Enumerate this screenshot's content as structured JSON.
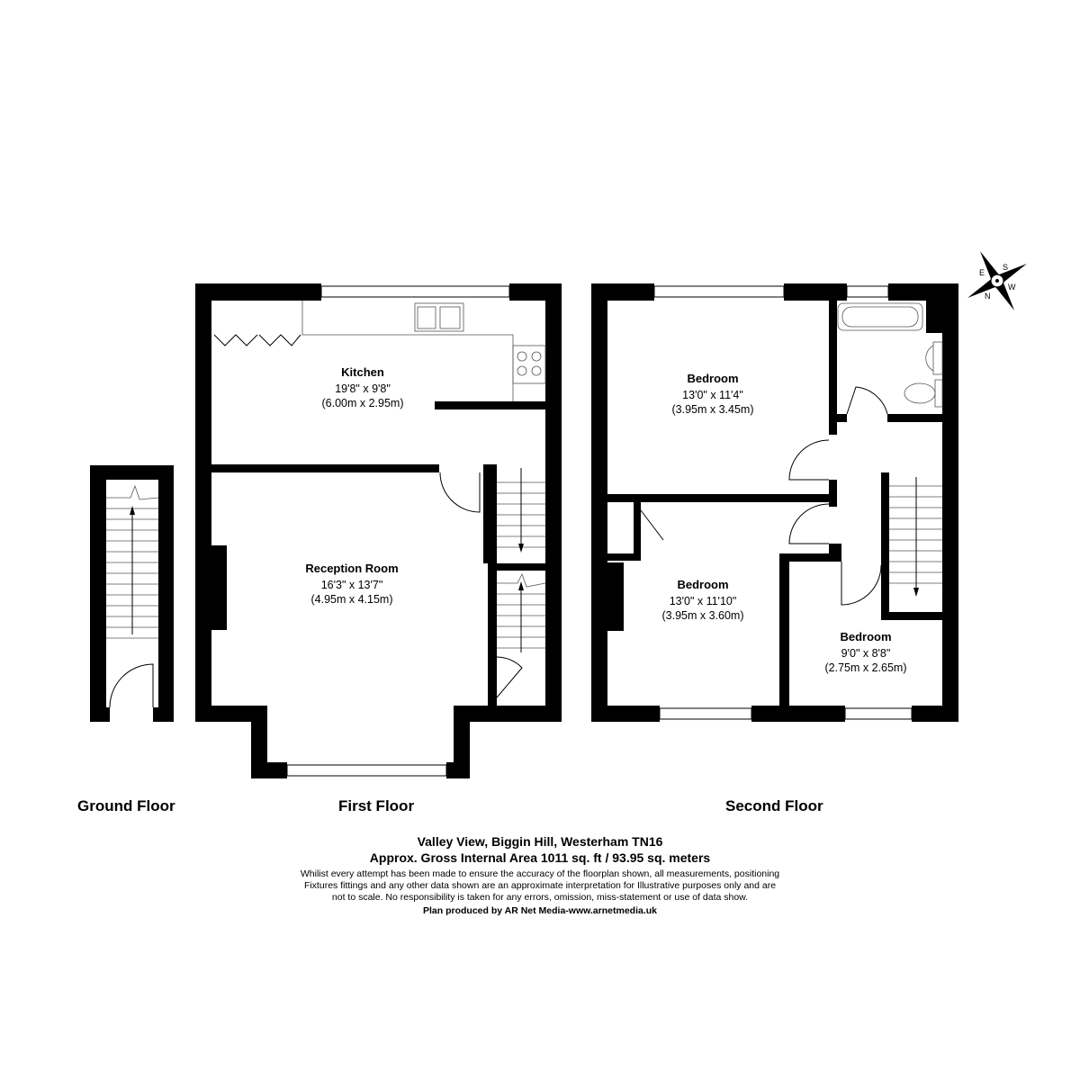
{
  "floors": {
    "ground": "Ground Floor",
    "first": "First Floor",
    "second": "Second Floor"
  },
  "rooms": {
    "kitchen": {
      "name": "Kitchen",
      "imperial": "19'8\" x 9'8\"",
      "metric": "(6.00m x 2.95m)"
    },
    "reception": {
      "name": "Reception Room",
      "imperial": "16'3\" x 13'7\"",
      "metric": "(4.95m x 4.15m)"
    },
    "bedroom1": {
      "name": "Bedroom",
      "imperial": "13'0\" x 11'4\"",
      "metric": "(3.95m x 3.45m)"
    },
    "bedroom2": {
      "name": "Bedroom",
      "imperial": "13'0\" x 11'10\"",
      "metric": "(3.95m x 3.60m)"
    },
    "bedroom3": {
      "name": "Bedroom",
      "imperial": "9'0\" x 8'8\"",
      "metric": "(2.75m x 2.65m)"
    }
  },
  "compass": {
    "n": "N",
    "s": "S",
    "e": "E",
    "w": "W"
  },
  "footer": {
    "address": "Valley View, Biggin Hill, Westerham TN16",
    "area": "Approx. Gross Internal Area 1011 sq. ft / 93.95 sq. meters",
    "disclaimer_line1": "Whilist every attempt has been made to ensure the accuracy of the floorplan shown, all measurements, positioning",
    "disclaimer_line2": "Fixtures fittings and any other data shown are an approximate interpretation for Illustrative purposes only  and are",
    "disclaimer_line3": "not to scale. No responsibility is taken for any errors, omission, miss-statement or use of data show.",
    "credit": "Plan produced by AR Net Media-www.arnetmedia.uk"
  }
}
